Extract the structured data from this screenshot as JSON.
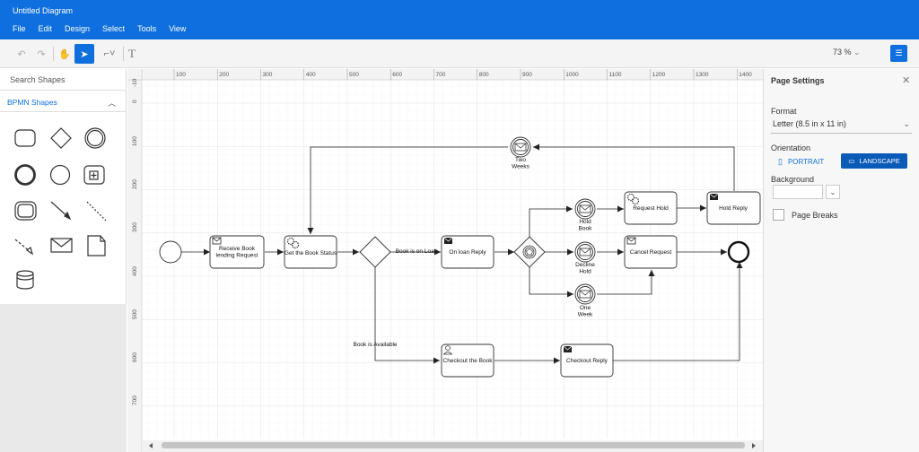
{
  "app": {
    "title": "Untitled Diagram"
  },
  "menu": [
    "File",
    "Edit",
    "Design",
    "Select",
    "Tools",
    "View"
  ],
  "toolbar": {
    "zoom": "73 %"
  },
  "left": {
    "search_placeholder": "Search Shapes",
    "section": "BPMN Shapes"
  },
  "right": {
    "title": "Page Settings",
    "format_label": "Format",
    "format_value": "Letter (8.5 in x 11 in)",
    "orientation_label": "Orientation",
    "portrait": "PORTRAIT",
    "landscape": "LANDSCAPE",
    "background_label": "Background",
    "page_breaks": "Page Breaks"
  },
  "ruler": {
    "x_ticks": [
      "100",
      "200",
      "300",
      "400",
      "500",
      "600",
      "700",
      "800",
      "900",
      "1000",
      "1100",
      "1200",
      "1300",
      "1400"
    ],
    "y_ticks": [
      "-10",
      "0",
      "100",
      "200",
      "300",
      "400",
      "500",
      "600",
      "700"
    ]
  },
  "diagram": {
    "nodes": [
      {
        "id": "receive",
        "label": "Receive Book lending Request"
      },
      {
        "id": "get",
        "label": "Get the Book Status"
      },
      {
        "id": "onloan",
        "label": "On loan Reply"
      },
      {
        "id": "requesthold",
        "label": "Request Hold"
      },
      {
        "id": "holdreply",
        "label": "Hold Reply"
      },
      {
        "id": "cancel",
        "label": "Cancel Request"
      },
      {
        "id": "checkout",
        "label": "Checkout the Book"
      },
      {
        "id": "checkoutreply",
        "label": "Checkout Reply"
      },
      {
        "id": "twoweeks",
        "label": "Two Weeks"
      },
      {
        "id": "holdbook",
        "label": "Hold Book"
      },
      {
        "id": "declinehold",
        "label": "Decline Hold"
      },
      {
        "id": "oneweek",
        "label": "One Week"
      }
    ],
    "edge_labels": {
      "onloan": "Book is on Loan",
      "available": "Book is Available"
    }
  }
}
